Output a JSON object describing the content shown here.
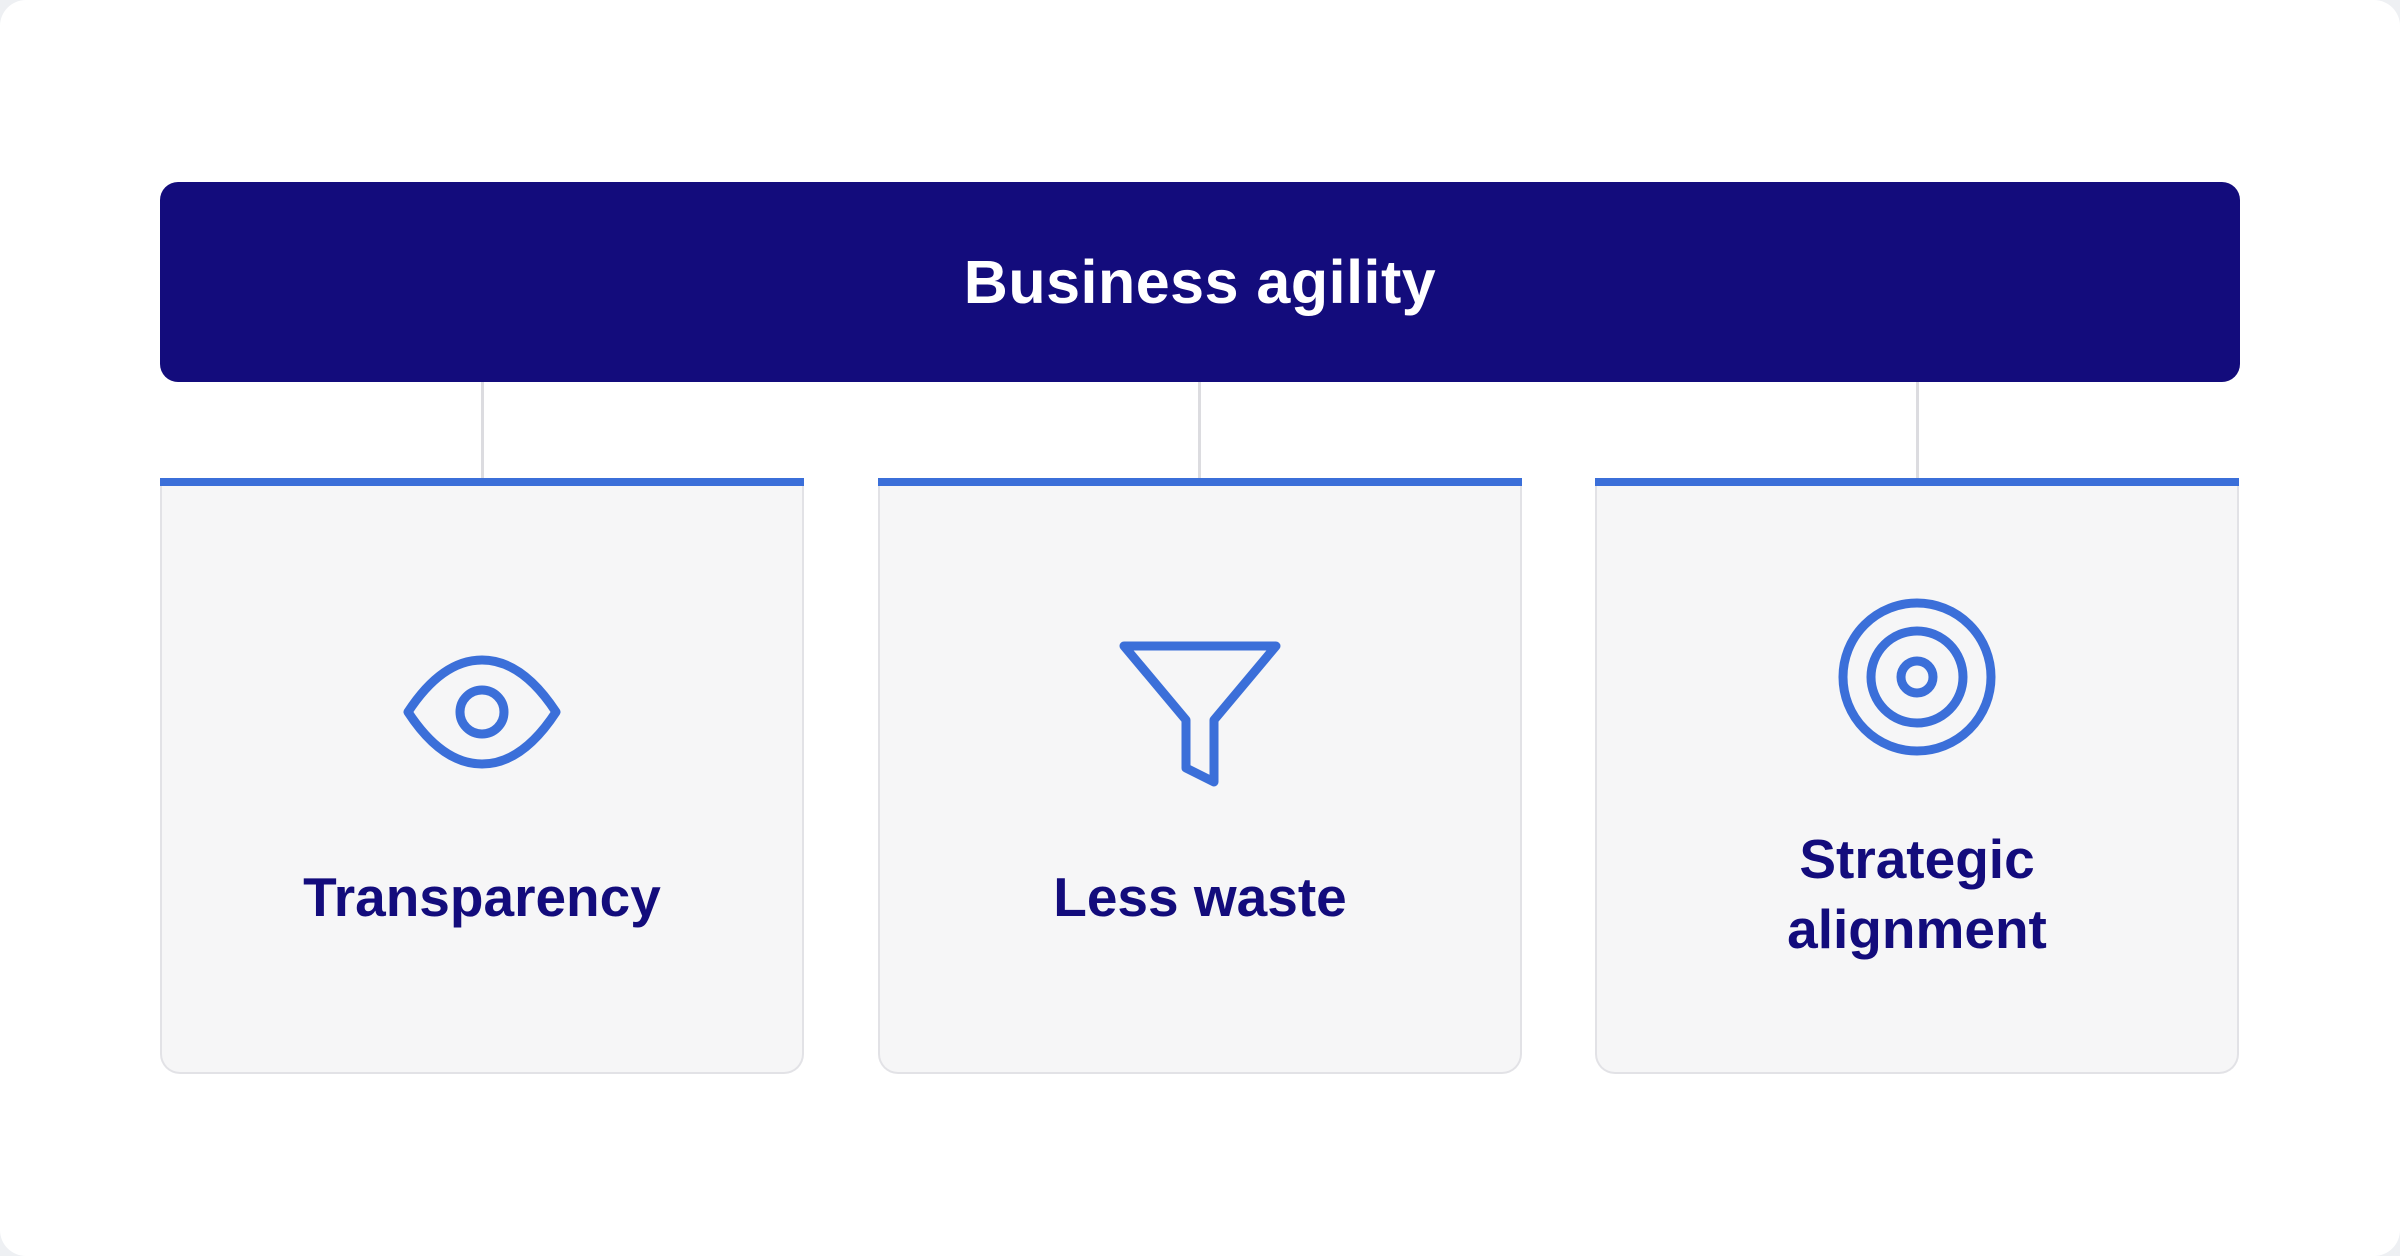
{
  "diagram": {
    "title": "Business agility",
    "accent_color": "#3b6fd9",
    "header_color": "#130c7c",
    "cards": [
      {
        "label": "Transparency",
        "icon": "eye-icon"
      },
      {
        "label": "Less waste",
        "icon": "funnel-icon"
      },
      {
        "label": "Strategic\nalignment",
        "icon": "target-icon"
      }
    ]
  }
}
